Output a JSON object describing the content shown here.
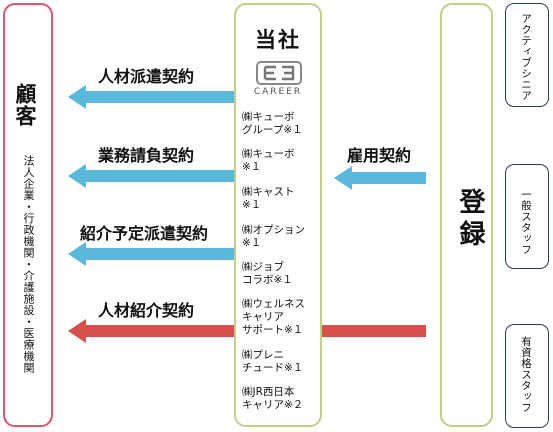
{
  "customer": {
    "title": "顧客",
    "subtitle": "法人企業・行政機関・介護施設・医療機関"
  },
  "company": {
    "title": "当社",
    "brand": "CAREER",
    "items": [
      "㈱キューボ\nグループ※１",
      "㈱キューボ\n※１",
      "㈱キャスト\n※１",
      "㈱オプション\n※１",
      "㈱ジョブ\nコラボ※１",
      "㈱ウェルネス\nキャリア\nサポート※１",
      "㈱プレニ\nチュード※１",
      "㈱JR西日本\nキャリア※２"
    ]
  },
  "registration": {
    "title": "登録"
  },
  "staff_types": [
    "アクティブシニア",
    "一般スタッフ",
    "有資格スタッフ"
  ],
  "contracts": {
    "dispatch": "人材派遣契約",
    "outsourcing": "業務請負契約",
    "temp_to_perm": "紹介予定派遣契約",
    "placement": "人材紹介契約",
    "employment": "雇用契約"
  },
  "colors": {
    "blue_arrow": "#5ab8dc",
    "red_arrow": "#d64f4a",
    "customer_border": "#e0556b",
    "company_border": "#bfcf8a",
    "side_border": "#2b3b66"
  }
}
